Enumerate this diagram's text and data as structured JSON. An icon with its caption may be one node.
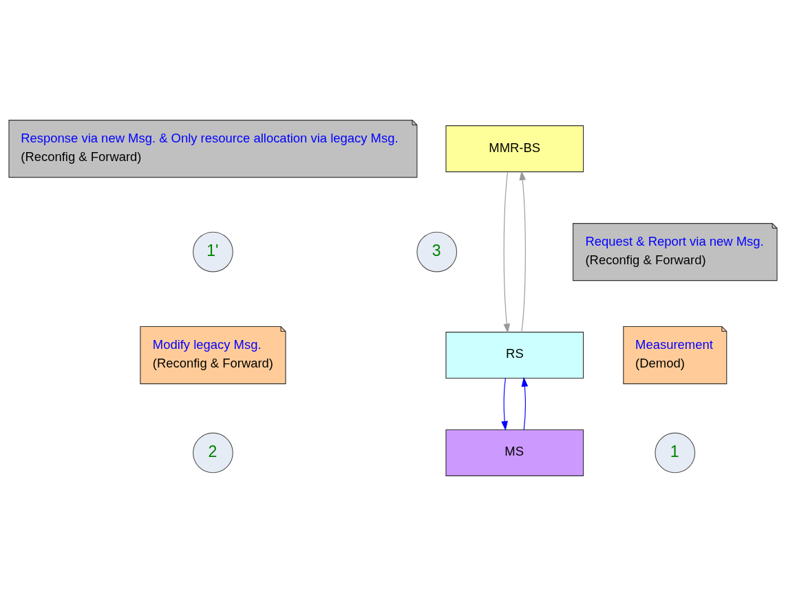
{
  "diagram": {
    "nodes": [
      {
        "text": [
          "Response via new Msg. & Only resource allocation via legacy Msg.",
          "(Reconfig & Forward)"
        ]
      },
      {
        "text": [
          "MMR-BS"
        ]
      },
      {
        "text": [
          "1'"
        ]
      },
      {
        "text": [
          "3"
        ]
      },
      {
        "text": [
          "Request & Report via new Msg.",
          "(Reconfig & Forward)"
        ]
      },
      {
        "text": [
          "Modify legacy Msg.",
          "(Reconfig & Forward)"
        ]
      },
      {
        "text": [
          "RS"
        ]
      },
      {
        "text": [
          "2"
        ]
      },
      {
        "text": [
          "Measurement",
          "(Demod)"
        ]
      },
      {
        "text": [
          "1"
        ]
      },
      {
        "text": [
          "MS"
        ]
      }
    ],
    "edges": [
      {
        "from": 1,
        "to": 6,
        "arrow": "to",
        "color": "#999999"
      },
      {
        "from": 6,
        "to": 1,
        "arrow": "to",
        "color": "#999999"
      },
      {
        "from": 10,
        "to": 6,
        "arrow": "to",
        "color": "#0000ff"
      },
      {
        "from": 6,
        "to": 10,
        "arrow": "to",
        "color": "#0000ff"
      }
    ]
  }
}
